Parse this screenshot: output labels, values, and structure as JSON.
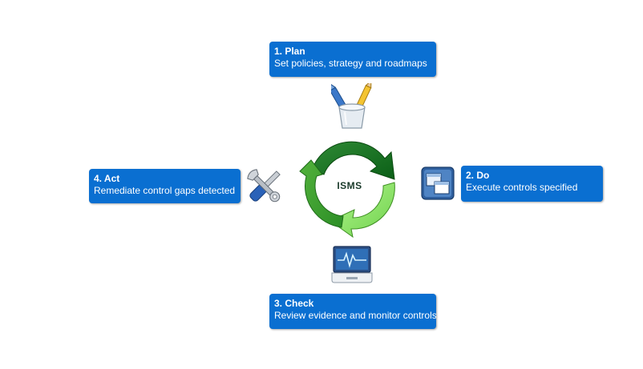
{
  "center": {
    "label": "ISMS"
  },
  "steps": [
    {
      "title": "1. Plan",
      "desc": "Set policies, strategy and roadmaps"
    },
    {
      "title": "2. Do",
      "desc": "Execute controls specified"
    },
    {
      "title": "3. Check",
      "desc": "Review evidence and monitor controls"
    },
    {
      "title": "4. Act",
      "desc": "Remediate control gaps detected"
    }
  ],
  "icons": {
    "plan": "pencil-cup-icon",
    "do": "windows-icon",
    "check": "monitor-pulse-icon",
    "act": "tools-icon"
  },
  "colors": {
    "box": "#0a6fd1",
    "arrow_dark": "#0e6b1a",
    "arrow_mid": "#3a9e2c",
    "arrow_light": "#8fe66a"
  }
}
